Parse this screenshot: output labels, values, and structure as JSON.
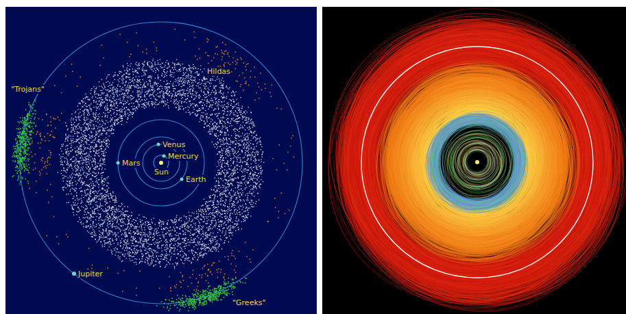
{
  "diagram": {
    "labels": [
      "\"Trojans\"",
      "Hildas",
      "Venus",
      "Mercury",
      "Mars",
      "Sun",
      "Earth",
      "Jupiter",
      "\"Greeks\""
    ]
  }
}
